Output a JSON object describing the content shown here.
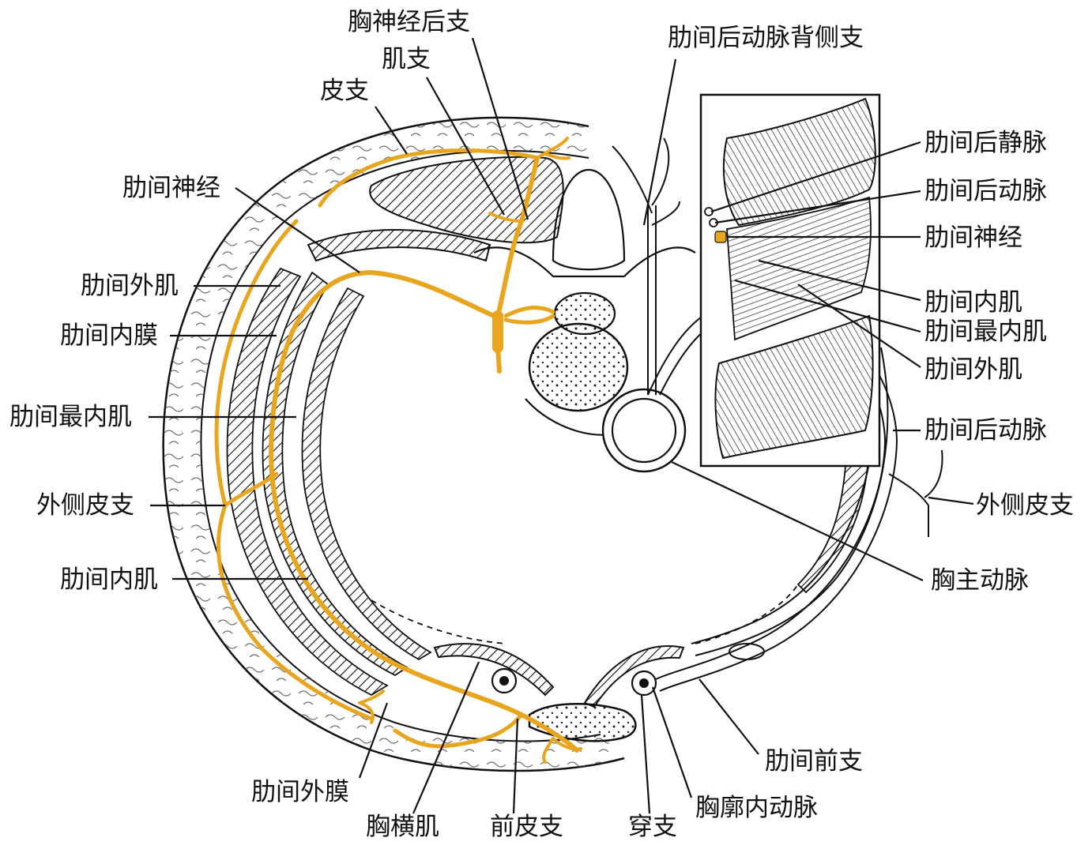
{
  "colors": {
    "nerve": "#E8A51E",
    "ink": "#111111",
    "background": "#ffffff"
  },
  "labels": {
    "dorsal_ramus": "胸神经后支",
    "muscular_branch": "肌支",
    "cutaneous_branch": "皮支",
    "post_intercostal_a_dorsal_branch": "肋间后动脉背侧支",
    "intercostal_nerve_left": "肋间神经",
    "external_intercostal_left": "肋间外肌",
    "internal_intercostal_membrane": "肋间内膜",
    "innermost_intercostal_left": "肋间最内肌",
    "lateral_cutaneous_left": "外侧皮支",
    "internal_intercostal_left": "肋间内肌",
    "external_intercostal_membrane": "肋间外膜",
    "transversus_thoracis": "胸横肌",
    "anterior_cutaneous": "前皮支",
    "perforating_branch": "穿支",
    "internal_thoracic_artery": "胸廓内动脉",
    "anterior_intercostal_branch": "肋间前支",
    "thoracic_aorta": "胸主动脉",
    "lateral_cutaneous_right": "外侧皮支",
    "post_intercostal_artery_right": "肋间后动脉",
    "inset_external_intercostal": "肋间外肌",
    "inset_innermost_intercostal": "肋间最内肌",
    "inset_internal_intercostal": "肋间内肌",
    "inset_intercostal_nerve": "肋间神经",
    "inset_post_intercostal_artery": "肋间后动脉",
    "inset_post_intercostal_vein": "肋间后静脉"
  }
}
